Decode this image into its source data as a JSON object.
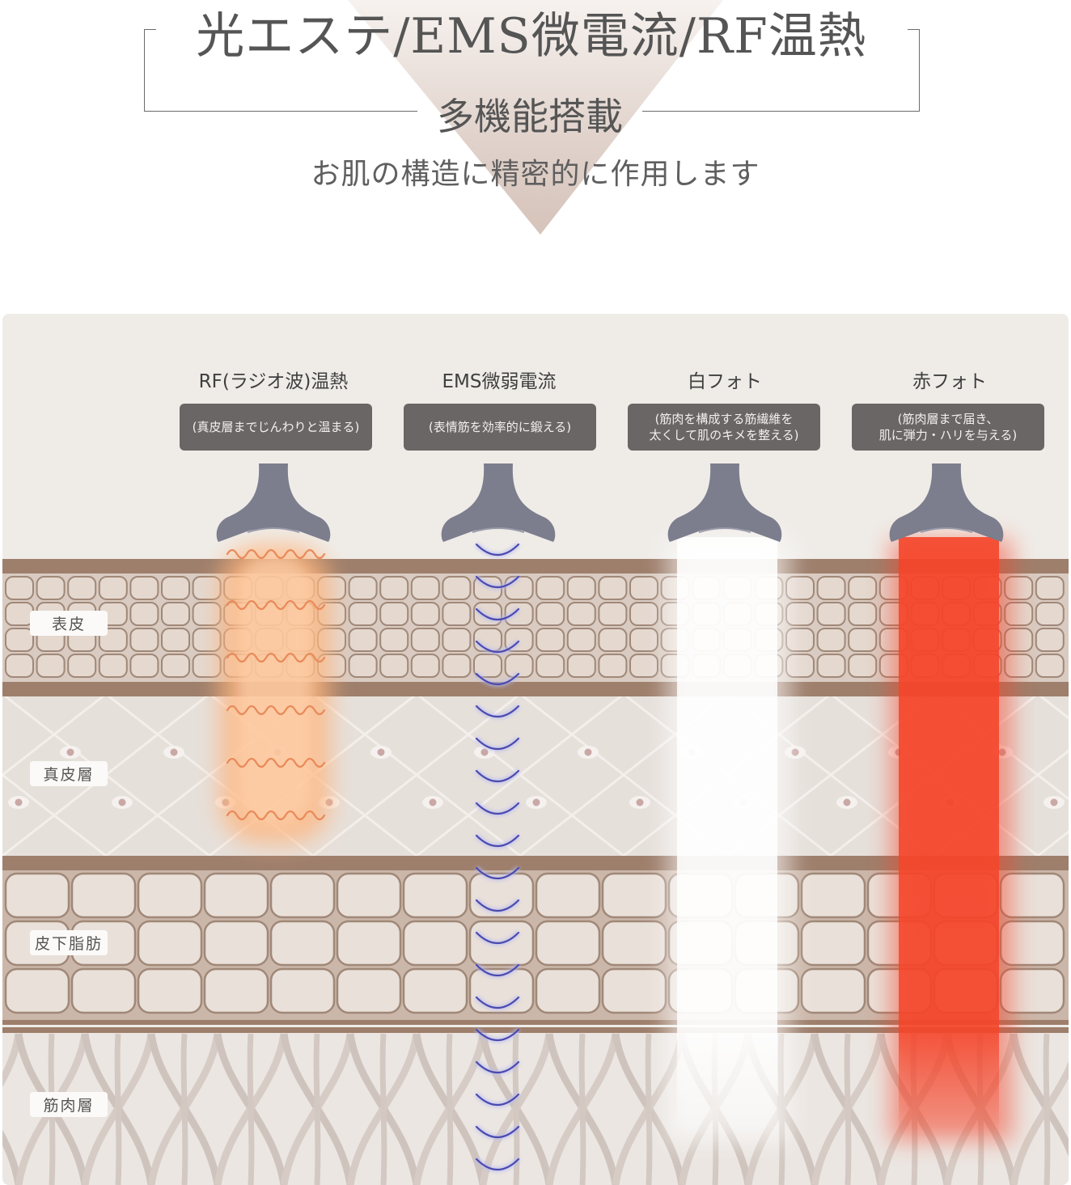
{
  "header": {
    "title": "光エステ/EMS微電流/RF温熱",
    "subtitle": "多機能搭載",
    "tagline": "お肌の構造に精密的に作用します"
  },
  "columns": [
    {
      "title": "RF(ラジオ波)温熱",
      "desc_lines": [
        "(真皮層までじんわりと温まる)"
      ]
    },
    {
      "title": "EMS微弱電流",
      "desc_lines": [
        "(表情筋を効率的に鍛える)"
      ]
    },
    {
      "title": "白フォト",
      "desc_lines": [
        "(筋肉を構成する筋繊維を",
        "太くして肌のキメを整える)"
      ]
    },
    {
      "title": "赤フォト",
      "desc_lines": [
        "(筋肉層まで届き、",
        "肌に弾力・ハリを与える)"
      ]
    }
  ],
  "layers": [
    {
      "label": "表皮"
    },
    {
      "label": "真皮層"
    },
    {
      "label": "皮下脂肪"
    },
    {
      "label": "筋肉層"
    }
  ],
  "colors": {
    "device": "#7c7d8d",
    "separator": "#9e7f6c",
    "rf_glow": "#ffb37a",
    "rf_wave": "#e98a5a",
    "ems_arc": "#4a4ab0",
    "white_light": "#ffffff",
    "red_light": "#f5452a",
    "cell_outline": "#a08878",
    "cell_fill": "#e4d8cf"
  }
}
